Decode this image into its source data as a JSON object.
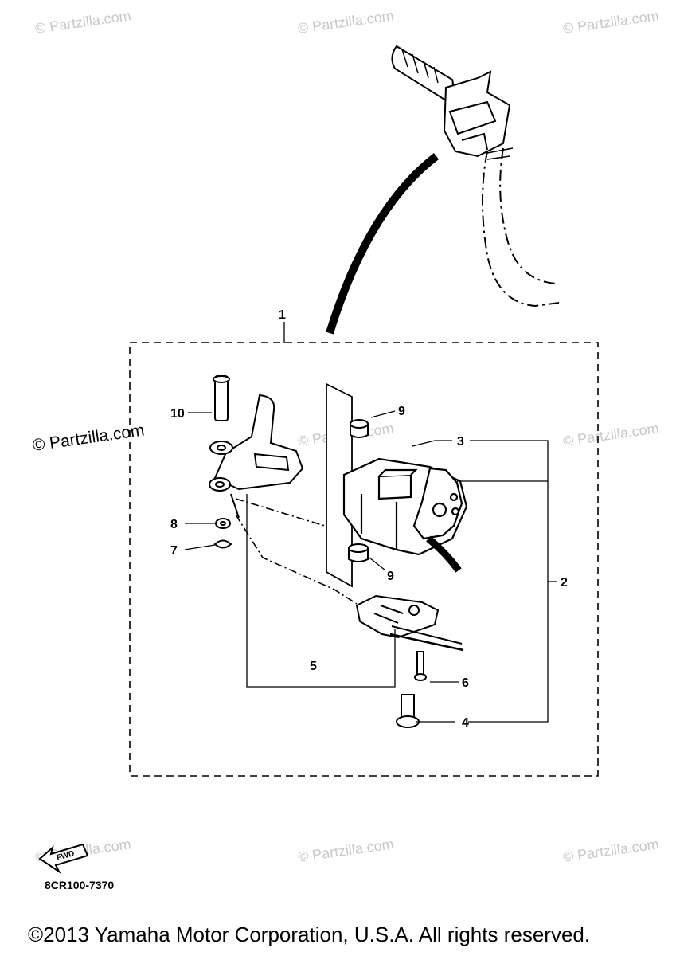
{
  "watermark": "© Partzilla.com",
  "callouts": {
    "c1": "1",
    "c2": "2",
    "c3": "3",
    "c4": "4",
    "c5": "5",
    "c6": "6",
    "c7": "7",
    "c8": "8",
    "c9a": "9",
    "c9b": "9",
    "c10": "10"
  },
  "fwd_label": "FWD",
  "diagram_code": "8CR100-7370",
  "copyright": "©2013  Yamaha Motor Corporation, U.S.A. All rights reserved."
}
